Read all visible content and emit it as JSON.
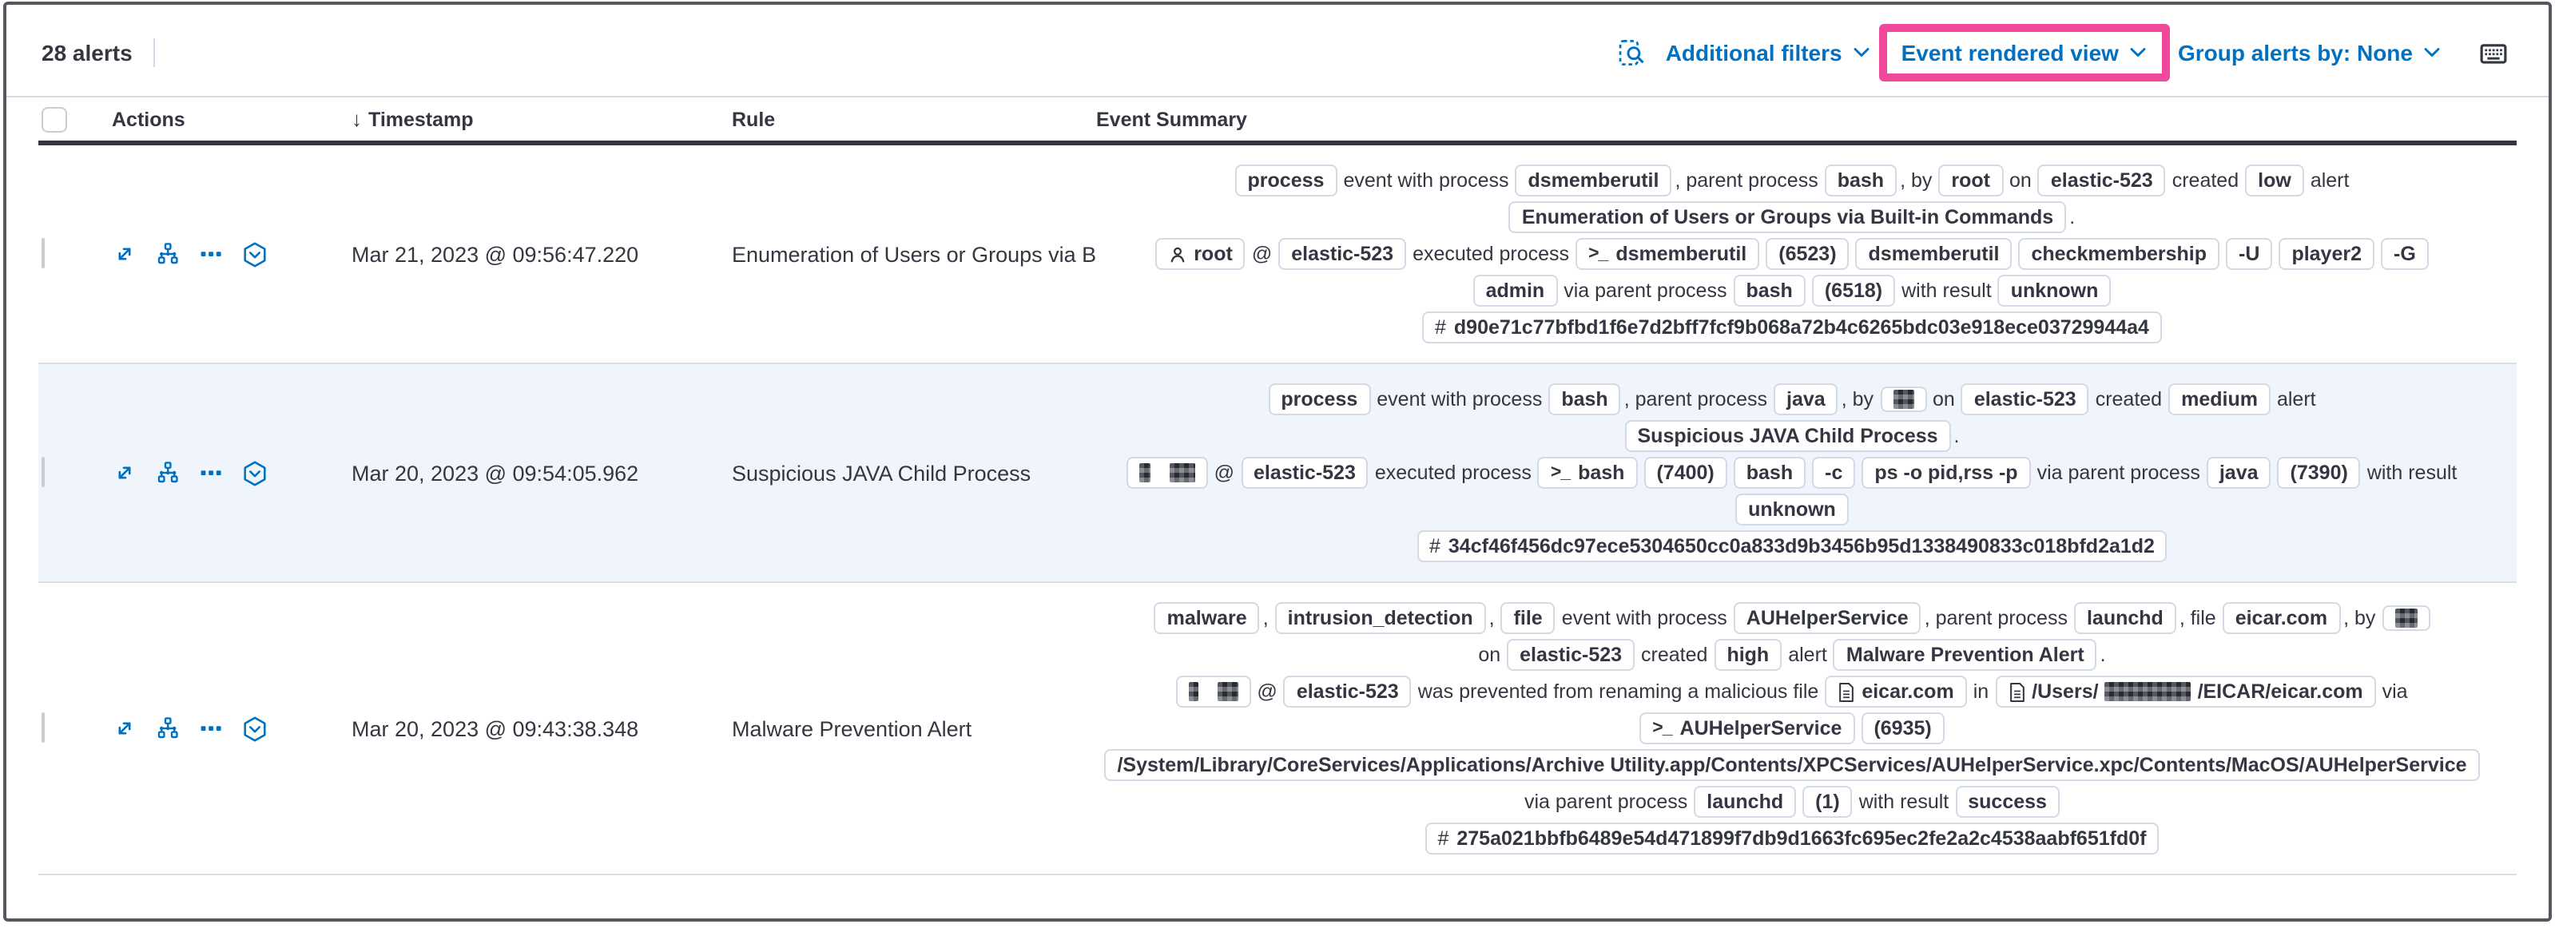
{
  "colors": {
    "accent_pink": "#f0489b",
    "link_blue": "#0071c2",
    "text": "#343741",
    "row_stripe": "#f0f4fb",
    "border_light": "#d3dae6",
    "header_border": "#343741"
  },
  "toolbar": {
    "alert_count": "28 alerts",
    "links": [
      {
        "name": "additional-filters-link",
        "label": "Additional filters",
        "highlighted": false
      },
      {
        "name": "event-rendered-view-link",
        "label": "Event rendered view",
        "highlighted": true
      },
      {
        "name": "group-alerts-by-link",
        "label": "Group alerts by: None",
        "highlighted": false
      }
    ]
  },
  "table": {
    "sort_indicator": "↓",
    "columns": [
      "Actions",
      "Timestamp",
      "Rule",
      "Event Summary"
    ],
    "row_actions": [
      "expand-icon",
      "analyze-event-icon",
      "more-actions-icon",
      "session-view-icon"
    ],
    "rows": [
      {
        "timestamp": "Mar 21, 2023 @ 09:56:47.220",
        "rule": "Enumeration of Users or Groups via Bui",
        "striped": false,
        "summary": [
          [
            {
              "b": "process"
            },
            {
              "t": "event with process"
            },
            {
              "b": "dsmemberutil"
            },
            {
              "t": ", parent process"
            },
            {
              "b": "bash"
            },
            {
              "t": ", by"
            },
            {
              "b": "root"
            },
            {
              "t": "on"
            },
            {
              "b": "elastic-523"
            },
            {
              "t": "created"
            },
            {
              "b": "low"
            },
            {
              "t": "alert"
            }
          ],
          [
            {
              "b": "Enumeration of Users or Groups via Built-in Commands"
            },
            {
              "t": "."
            }
          ],
          [
            {
              "b": "root",
              "i": "user-icon"
            },
            {
              "t": "@"
            },
            {
              "b": "elastic-523"
            },
            {
              "t": "executed process"
            },
            {
              "b": "dsmemberutil",
              "i": "terminal-icon"
            },
            {
              "b": "(6523)"
            },
            {
              "b": "dsmemberutil"
            },
            {
              "b": "checkmembership"
            },
            {
              "b": "-U"
            },
            {
              "b": "player2"
            },
            {
              "b": "-G"
            }
          ],
          [
            {
              "b": "admin"
            },
            {
              "t": "via parent process"
            },
            {
              "b": "bash"
            },
            {
              "b": "(6518)"
            },
            {
              "t": "with result"
            },
            {
              "b": "unknown"
            }
          ],
          [
            {
              "b": "d90e71c77bfbd1f6e7d2bff7fcf9b068a72b4c6265bdc03e918ece03729944a4",
              "p": "#"
            }
          ]
        ]
      },
      {
        "timestamp": "Mar 20, 2023 @ 09:54:05.962",
        "rule": "Suspicious JAVA Child Process",
        "striped": true,
        "summary": [
          [
            {
              "b": "process"
            },
            {
              "t": "event with process"
            },
            {
              "b": "bash"
            },
            {
              "t": ", parent process"
            },
            {
              "b": "java"
            },
            {
              "t": ", by"
            },
            {
              "r": [
                13
              ]
            },
            {
              "t": "on"
            },
            {
              "b": "elastic-523"
            },
            {
              "t": "created"
            },
            {
              "b": "medium"
            },
            {
              "t": "alert"
            }
          ],
          [
            {
              "b": "Suspicious JAVA Child Process"
            },
            {
              "t": "."
            }
          ],
          [
            {
              "r": [
                7,
                16
              ]
            },
            {
              "t": "@"
            },
            {
              "b": "elastic-523"
            },
            {
              "t": "executed process"
            },
            {
              "b": "bash",
              "i": "terminal-icon"
            },
            {
              "b": "(7400)"
            },
            {
              "b": "bash"
            },
            {
              "b": "-c"
            },
            {
              "b": "ps -o pid,rss -p"
            },
            {
              "t": "via parent process"
            },
            {
              "b": "java"
            },
            {
              "b": "(7390)"
            },
            {
              "t": "with result"
            }
          ],
          [
            {
              "b": "unknown"
            }
          ],
          [
            {
              "b": "34cf46f456dc97ece5304650cc0a833d9b3456b95d1338490833c018bfd2a1d2",
              "p": "#"
            }
          ]
        ]
      },
      {
        "timestamp": "Mar 20, 2023 @ 09:43:38.348",
        "rule": "Malware Prevention Alert",
        "striped": false,
        "summary": [
          [
            {
              "b": "malware"
            },
            {
              "t": ","
            },
            {
              "b": "intrusion_detection"
            },
            {
              "t": ","
            },
            {
              "b": "file"
            },
            {
              "t": "event with process"
            },
            {
              "b": "AUHelperService"
            },
            {
              "t": ", parent process"
            },
            {
              "b": "launchd"
            },
            {
              "t": ", file"
            },
            {
              "b": "eicar.com"
            },
            {
              "t": ", by"
            },
            {
              "r": [
                14
              ]
            }
          ],
          [
            {
              "t": "on"
            },
            {
              "b": "elastic-523"
            },
            {
              "t": "created"
            },
            {
              "b": "high"
            },
            {
              "t": "alert"
            },
            {
              "b": "Malware Prevention Alert"
            },
            {
              "t": "."
            }
          ],
          [
            {
              "r": [
                6,
                13
              ]
            },
            {
              "t": "@"
            },
            {
              "b": "elastic-523"
            },
            {
              "t": "was prevented from renaming a malicious file"
            },
            {
              "b": "eicar.com",
              "i": "document-icon"
            },
            {
              "t": "in"
            },
            {
              "i": "document-icon",
              "parts": [
                {
                  "t": "/Users/"
                },
                {
                  "r": 54
                },
                {
                  "t": "/EICAR/eicar.com"
                }
              ]
            },
            {
              "t": "via"
            }
          ],
          [
            {
              "b": "AUHelperService",
              "i": "terminal-icon"
            },
            {
              "b": "(6935)"
            }
          ],
          [
            {
              "b": "/System/Library/CoreServices/Applications/Archive Utility.app/Contents/XPCServices/AUHelperService.xpc/Contents/MacOS/AUHelperService"
            }
          ],
          [
            {
              "t": "via parent process"
            },
            {
              "b": "launchd"
            },
            {
              "b": "(1)"
            },
            {
              "t": "with result"
            },
            {
              "b": "success"
            }
          ],
          [
            {
              "b": "275a021bbfb6489e54d471899f7db9d1663fc695ec2fe2a2c4538aabf651fd0f",
              "p": "#"
            }
          ]
        ]
      }
    ]
  }
}
